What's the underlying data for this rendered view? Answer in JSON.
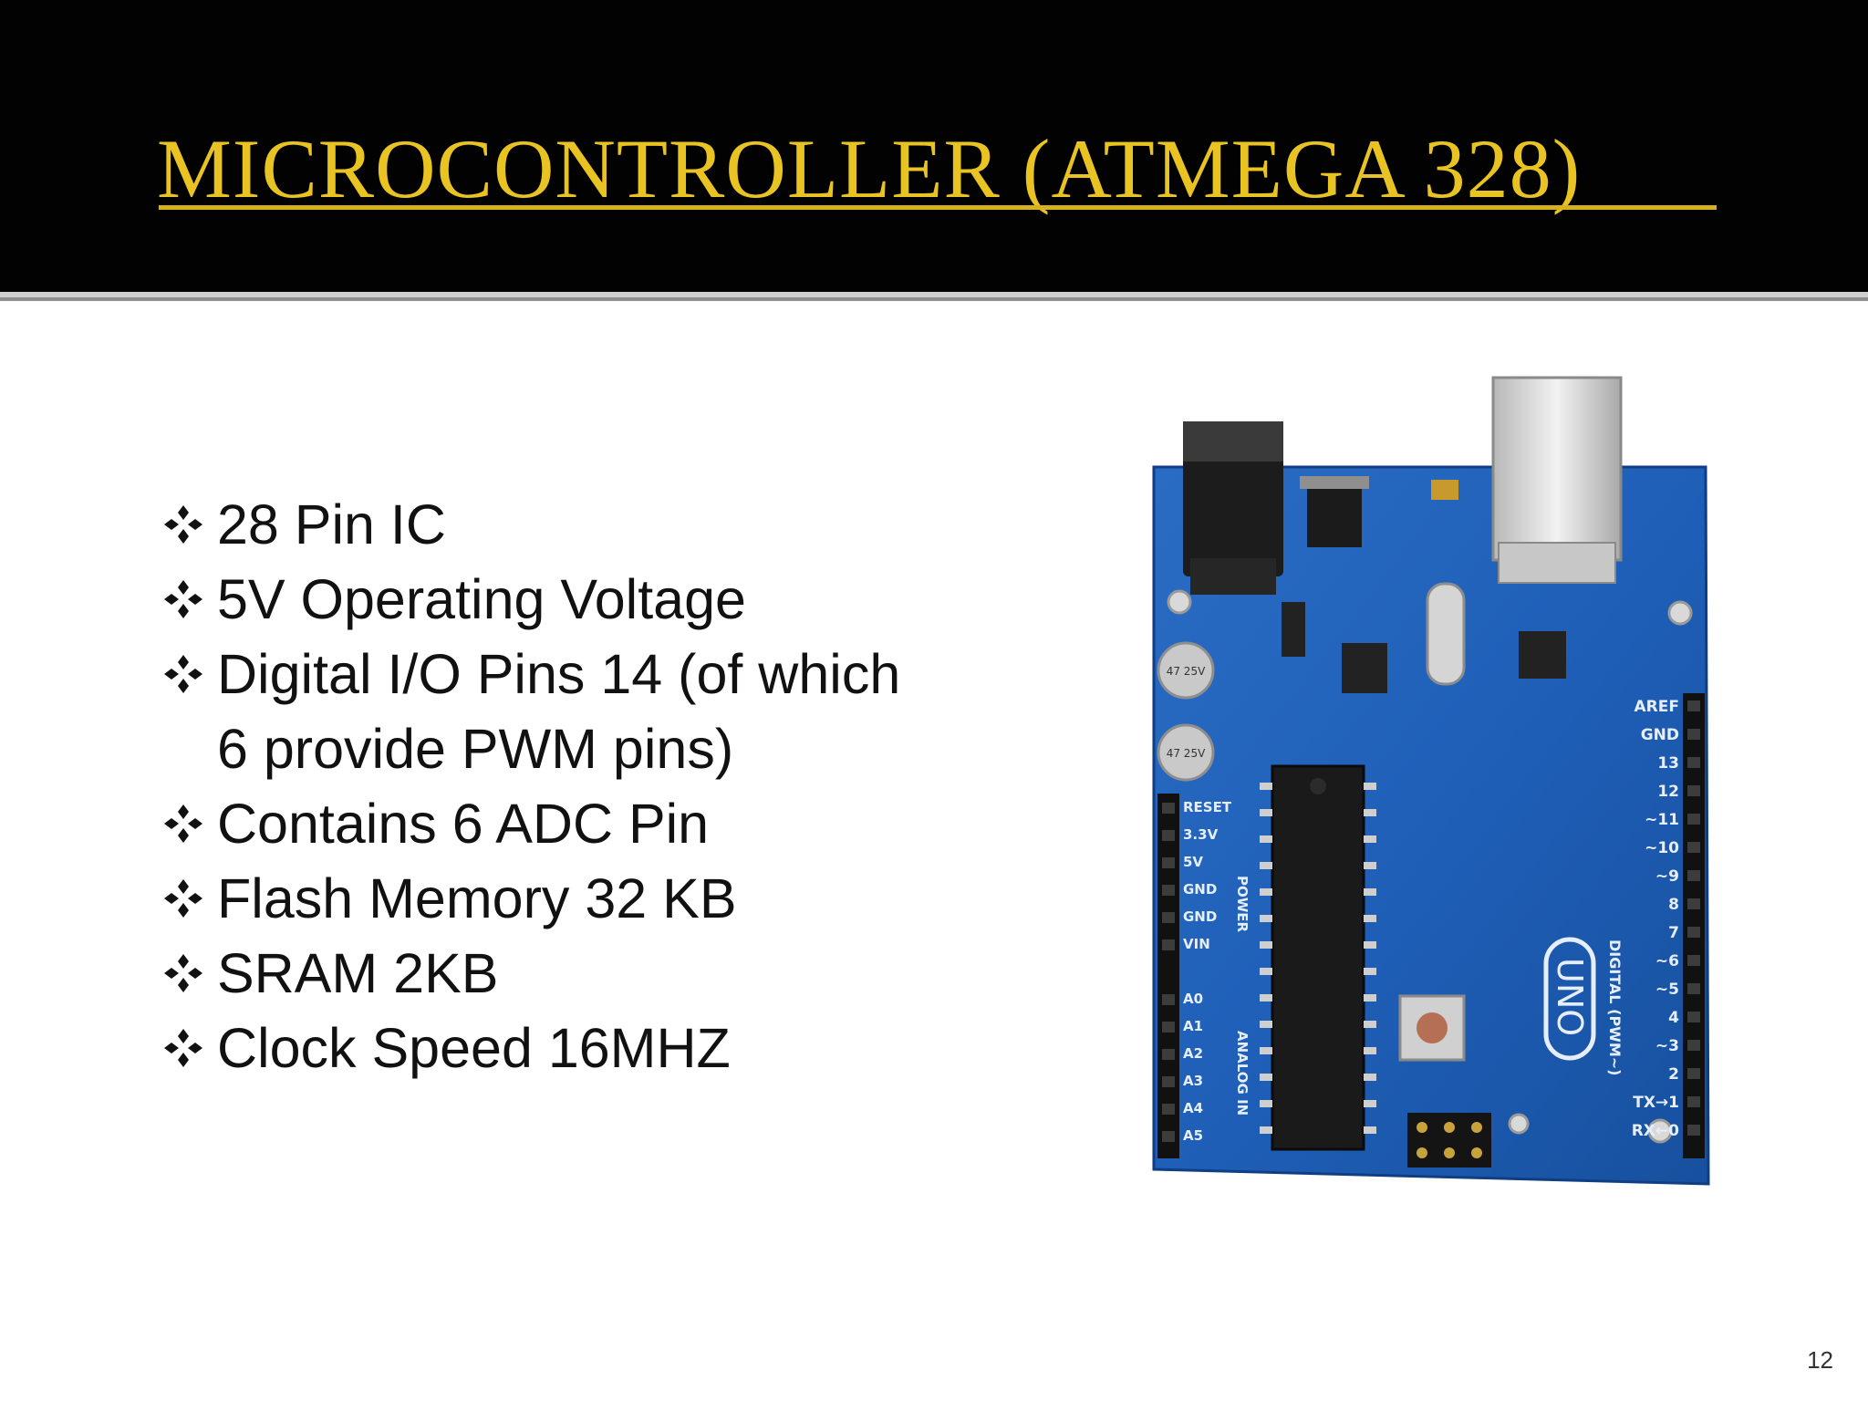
{
  "slide": {
    "title": "MICROCONTROLLER (ATMEGA 328)",
    "bullets": [
      {
        "text": "28 Pin IC"
      },
      {
        "text": "5V Operating Voltage"
      },
      {
        "text": "Digital I/O Pins 14 (of which\n6 provide PWM pins)"
      },
      {
        "text": "Contains 6 ADC Pin"
      },
      {
        "text": "Flash Memory 32 KB"
      },
      {
        "text": "SRAM 2KB"
      },
      {
        "text": "Clock Speed 16MHZ"
      }
    ],
    "page_number": "12"
  },
  "board": {
    "power_labels": [
      "RESET",
      "3.3V",
      "5V",
      "GND",
      "GND",
      "VIN"
    ],
    "power_header": "POWER",
    "analog_labels": [
      "A0",
      "A1",
      "A2",
      "A3",
      "A4",
      "A5"
    ],
    "analog_header": "ANALOG IN",
    "digital_labels": [
      "AREF",
      "GND",
      "13",
      "12",
      "~11",
      "~10",
      "~9",
      "8",
      "7",
      "~6",
      "~5",
      "4",
      "~3",
      "2",
      "TX→1",
      "RX←0"
    ],
    "digital_header": "DIGITAL (PWM~)",
    "logo": "UNO",
    "colors": {
      "board": "#1f5fb8",
      "board_dark": "#153f86",
      "title_gold": "#e8c321"
    }
  }
}
